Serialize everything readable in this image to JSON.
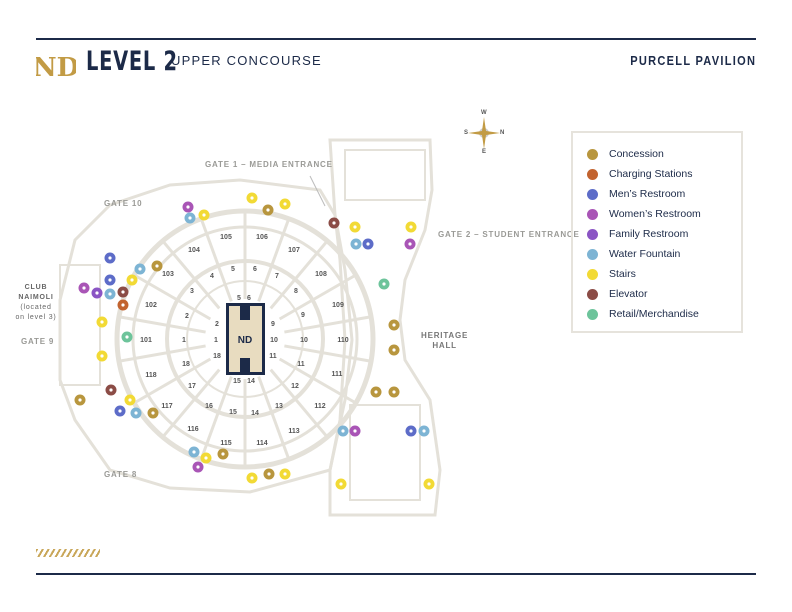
{
  "header": {
    "level": "LEVEL 2",
    "subtitle": "UPPER CONCOURSE",
    "venue": "PURCELL PAVILION",
    "logo_text": "ND"
  },
  "labels": {
    "gate10": "GATE 10",
    "gate1": "GATE 1 – MEDIA ENTRANCE",
    "gate2": "GATE 2 – STUDENT ENTRANCE",
    "club_line1": "CLUB",
    "club_line2": "NAIMOLI",
    "club_note1": "(located",
    "club_note2": "on level 3)",
    "gate9": "GATE 9",
    "heritage1": "HERITAGE",
    "heritage2": "HALL",
    "gate8": "GATE 8"
  },
  "compass": {
    "top": "W",
    "bottom": "E",
    "left": "S",
    "right": "N"
  },
  "sections": {
    "outer": [
      "101",
      "102",
      "103",
      "104",
      "105",
      "106",
      "107",
      "108",
      "109",
      "110",
      "111",
      "112",
      "113",
      "114",
      "115",
      "116",
      "117",
      "118"
    ],
    "inner": [
      "1",
      "2",
      "3",
      "4",
      "5",
      "6",
      "7",
      "8",
      "9",
      "10",
      "11",
      "12",
      "13",
      "14",
      "15",
      "16",
      "17",
      "18"
    ],
    "courtside": [
      "1",
      "2",
      "5",
      "6",
      "9",
      "10",
      "11",
      "14",
      "15",
      "18"
    ]
  },
  "legend": [
    {
      "key": "concession",
      "label": "Concession",
      "color": "#b8963e"
    },
    {
      "key": "charging",
      "label": "Charging Stations",
      "color": "#c2632f"
    },
    {
      "key": "men",
      "label": "Men’s Restroom",
      "color": "#5d6cc8"
    },
    {
      "key": "women",
      "label": "Women’s Restroom",
      "color": "#a955b6"
    },
    {
      "key": "family",
      "label": "Family Restroom",
      "color": "#8b55c4"
    },
    {
      "key": "water",
      "label": "Water Fountain",
      "color": "#7db4d4"
    },
    {
      "key": "stairs",
      "label": "Stairs",
      "color": "#f2da35"
    },
    {
      "key": "elevator",
      "label": "Elevator",
      "color": "#8b4c46"
    },
    {
      "key": "retail",
      "label": "Retail/Merchandise",
      "color": "#6dc49b"
    }
  ]
}
